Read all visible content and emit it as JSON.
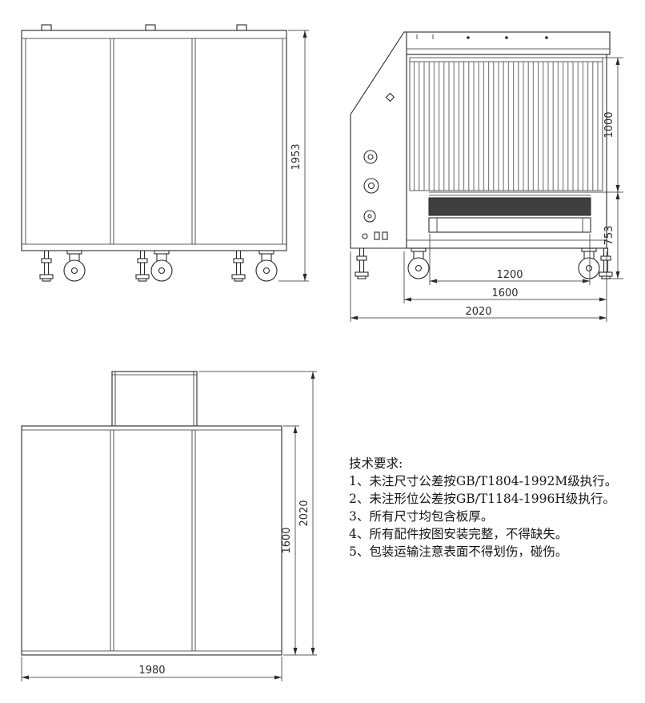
{
  "notes": {
    "title": "技术要求:",
    "items": [
      "1、未注尺寸公差按GB/T1804-1992M级执行。",
      "2、未注形位公差按GB/T1184-1996H级执行。",
      "3、所有尺寸均包含板厚。",
      "4、所有配件按图安装完整，不得缺失。",
      "5、包装运输注意表面不得划伤，碰伤。"
    ]
  },
  "dims": {
    "side_height": "1953",
    "tunnel_height": "1000",
    "conveyor_height": "753",
    "belt_width": "1200",
    "body_width": "1600",
    "overall_width": "2020",
    "top_depth": "1600",
    "top_overall_depth": "2020",
    "top_width": "1980"
  },
  "colors": {
    "line": "#2a2a2a",
    "belt": "#3f3f3f",
    "curtain": "#676767",
    "background": "#ffffff"
  }
}
